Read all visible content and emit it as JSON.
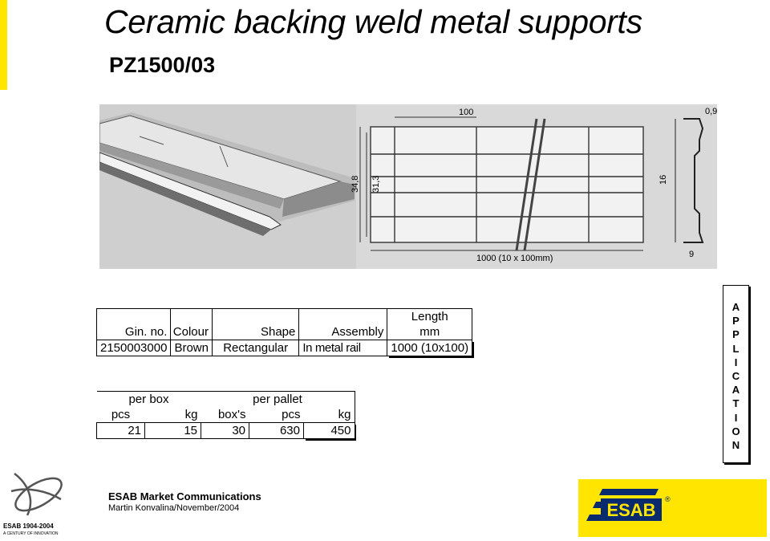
{
  "header": {
    "title": "Ceramic backing weld metal supports",
    "code": "PZ1500/03"
  },
  "drawing": {
    "dim_width_top": "100",
    "dim_thickness": "0,9",
    "dim_height_outer": "34,8",
    "dim_height_inner": "31,3",
    "dim_groove": "16",
    "dim_length": "1000 (10 x 100mm)",
    "dim_bottom": "9"
  },
  "spec_table": {
    "headers": {
      "gin": "Gin. no.",
      "colour": "Colour",
      "shape": "Shape",
      "assembly": "Assembly",
      "length_line1": "Length",
      "length_line2": "mm"
    },
    "row": {
      "gin": "2150003000",
      "colour": "Brown",
      "shape": "Rectangular",
      "assembly": "In metal rail",
      "length": "1000 (10x100)"
    }
  },
  "pack_table": {
    "group_box": "per box",
    "group_pallet": "per pallet",
    "cols": [
      "pcs",
      "kg",
      "box's",
      "pcs",
      "kg"
    ],
    "values": [
      "21",
      "15",
      "30",
      "630",
      "450"
    ]
  },
  "application_letters": [
    "A",
    "P",
    "P",
    "L",
    "I",
    "C",
    "A",
    "T",
    "I",
    "O",
    "N"
  ],
  "footer": {
    "logo_line1": "ESAB 1904-2004",
    "logo_line2": "A CENTURY OF INNOVATION",
    "dept": "ESAB Market Communications",
    "author_date": "Martin Konvalina/November/2004",
    "brand": "ESAB",
    "registered": "®"
  },
  "colors": {
    "accent_yellow": "#ffe500",
    "brand_blue": "#0a2a6e"
  }
}
